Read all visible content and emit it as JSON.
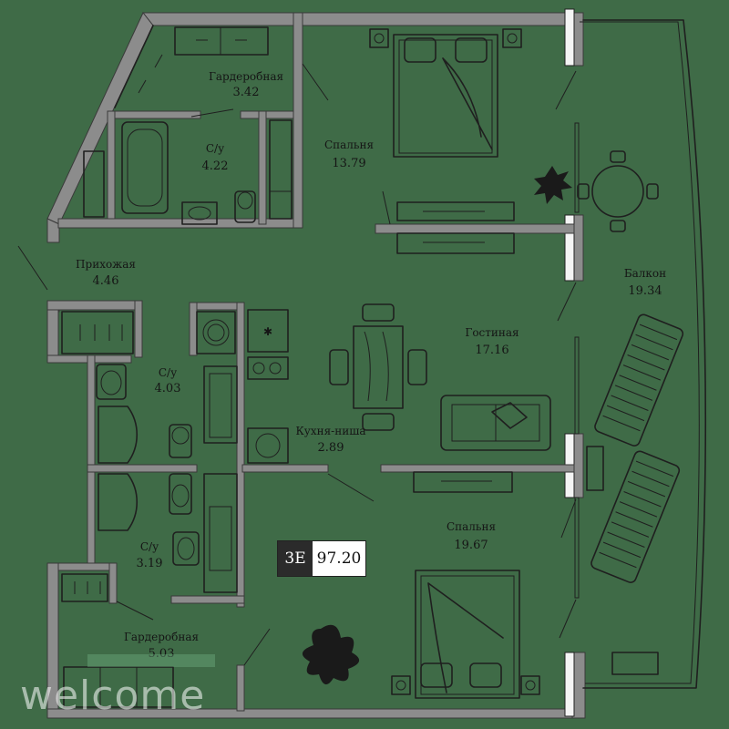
{
  "plan": {
    "unit_type": "3E",
    "total_area": "97.20",
    "rooms": [
      {
        "id": "wardrobe-top",
        "name": "Гардеробная",
        "area": "3.42"
      },
      {
        "id": "bath-top",
        "name": "С/у",
        "area": "4.22"
      },
      {
        "id": "bedroom-top",
        "name": "Спальня",
        "area": "13.79"
      },
      {
        "id": "hall",
        "name": "Прихожая",
        "area": "4.46"
      },
      {
        "id": "balcony",
        "name": "Балкон",
        "area": "19.34"
      },
      {
        "id": "living",
        "name": "Гостиная",
        "area": "17.16"
      },
      {
        "id": "bath-mid",
        "name": "С/у",
        "area": "4.03"
      },
      {
        "id": "kitchen",
        "name": "Кухня-ниша",
        "area": "2.89"
      },
      {
        "id": "bedroom-bottom",
        "name": "Спальня",
        "area": "19.67"
      },
      {
        "id": "bath-bottom",
        "name": "С/у",
        "area": "3.19"
      },
      {
        "id": "wardrobe-bottom",
        "name": "Гардеробная",
        "area": "5.03"
      }
    ]
  },
  "watermark": {
    "text": "welcome",
    "tag": ""
  },
  "colors": {
    "background": "#3f6b47",
    "wall": "#8c8c8c",
    "line": "#1f1f1f"
  }
}
